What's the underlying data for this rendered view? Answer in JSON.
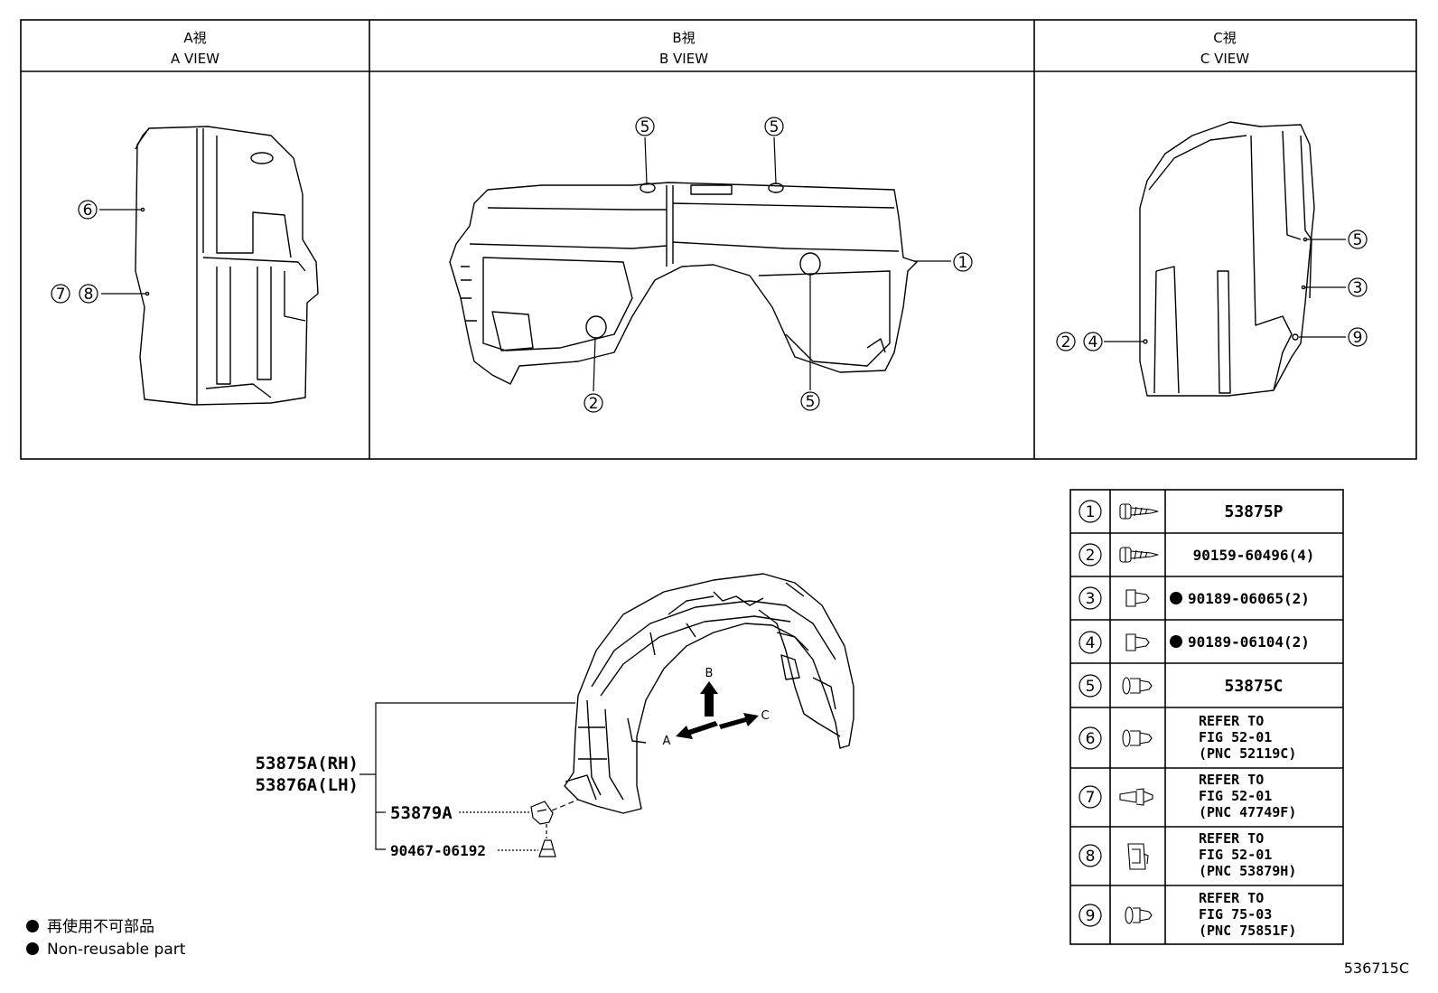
{
  "views": [
    {
      "cjk": "A視",
      "en": "A VIEW"
    },
    {
      "cjk": "B視",
      "en": "B VIEW"
    },
    {
      "cjk": "C視",
      "en": "C VIEW"
    }
  ],
  "callouts": {
    "a_view": [
      "6",
      "7",
      "8"
    ],
    "b_view": [
      "5",
      "5",
      "1",
      "2",
      "5"
    ],
    "c_view": [
      "5",
      "3",
      "2",
      "4",
      "9"
    ]
  },
  "main": {
    "liner_rh": "53875A(RH)",
    "liner_lh": "53876A(LH)",
    "clip": "53879A",
    "screw": "90467-06192",
    "dir_a": "A",
    "dir_b": "B",
    "dir_c": "C"
  },
  "parts_table": [
    {
      "num": "1",
      "icon": "tapping-screw-icon",
      "lines": [
        "53875P"
      ],
      "dot": false
    },
    {
      "num": "2",
      "icon": "tapping-screw-icon",
      "lines": [
        "90159-60496(4)"
      ],
      "dot": false
    },
    {
      "num": "3",
      "icon": "push-rivet-icon",
      "lines": [
        "90189-06065(2)"
      ],
      "dot": true
    },
    {
      "num": "4",
      "icon": "push-rivet-icon",
      "lines": [
        "90189-06104(2)"
      ],
      "dot": true
    },
    {
      "num": "5",
      "icon": "clip-icon",
      "lines": [
        "53875C"
      ],
      "dot": false
    },
    {
      "num": "6",
      "icon": "clip-icon",
      "lines": [
        "REFER TO",
        "FIG 52-01",
        "(PNC 52119C)"
      ],
      "dot": false
    },
    {
      "num": "7",
      "icon": "long-clip-icon",
      "lines": [
        "REFER TO",
        "FIG 52-01",
        "(PNC 47749F)"
      ],
      "dot": false
    },
    {
      "num": "8",
      "icon": "square-clip-icon",
      "lines": [
        "REFER TO",
        "FIG 52-01",
        "(PNC 53879H)"
      ],
      "dot": false
    },
    {
      "num": "9",
      "icon": "push-clip-icon",
      "lines": [
        "REFER TO",
        "FIG 75-03",
        "(PNC 75851F)"
      ],
      "dot": false
    }
  ],
  "notes": [
    "再使用不可部品",
    "Non-reusable part"
  ],
  "figure_code": "536715C"
}
